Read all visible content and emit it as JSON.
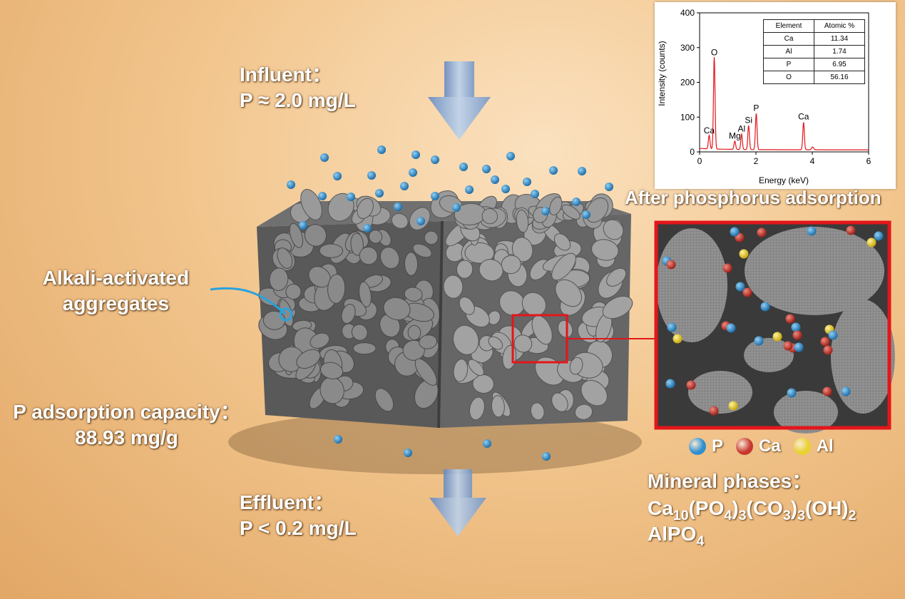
{
  "labels": {
    "influent_title": "Influent：",
    "influent_value": "P ≈ 2.0 mg/L",
    "effluent_title": "Effluent：",
    "effluent_value": "P < 0.2 mg/L",
    "aggregate_line1": "Alkali-activated",
    "aggregate_line2": "aggregates",
    "capacity_title": "P adsorption capacity：",
    "capacity_value": "88.93 mg/g",
    "inset_title": "After phosphorus adsorption",
    "phases_title": "Mineral phases：",
    "phase1": [
      "Ca",
      "10",
      "(PO",
      "4",
      ")",
      "3",
      "(CO",
      "3",
      ")",
      "3",
      "(OH)",
      "2"
    ],
    "phase2": [
      "AlPO",
      "4"
    ]
  },
  "legend": [
    {
      "label": "P",
      "color": "#2f8fcf"
    },
    {
      "label": "Ca",
      "color": "#c8382f"
    },
    {
      "label": "Al",
      "color": "#e8d230"
    }
  ],
  "colors": {
    "inset_border": "#e3161b",
    "spectrum": "#e3161b",
    "arrow": "#7ea6d8"
  },
  "chart_data": {
    "type": "line",
    "xlabel": "Energy (keV)",
    "ylabel": "Intensity (counts)",
    "xlim": [
      0,
      6
    ],
    "ylim": [
      0,
      400
    ],
    "xticks": [
      0,
      2,
      4,
      6
    ],
    "yticks": [
      0,
      100,
      200,
      300,
      400
    ],
    "peaks": [
      {
        "label": "Ca",
        "x": 0.34,
        "y": 45
      },
      {
        "label": "O",
        "x": 0.52,
        "y": 270
      },
      {
        "label": "Mg",
        "x": 1.25,
        "y": 30
      },
      {
        "label": "Al",
        "x": 1.49,
        "y": 50
      },
      {
        "label": "Si",
        "x": 1.74,
        "y": 75
      },
      {
        "label": "P",
        "x": 2.01,
        "y": 110
      },
      {
        "label": "Ca",
        "x": 3.69,
        "y": 85
      }
    ],
    "table": {
      "header": [
        "Element",
        "Atomic %"
      ],
      "rows": [
        [
          "Ca",
          "11.34"
        ],
        [
          "Al",
          "1.74"
        ],
        [
          "P",
          "6.95"
        ],
        [
          "O",
          "56.16"
        ]
      ]
    }
  }
}
